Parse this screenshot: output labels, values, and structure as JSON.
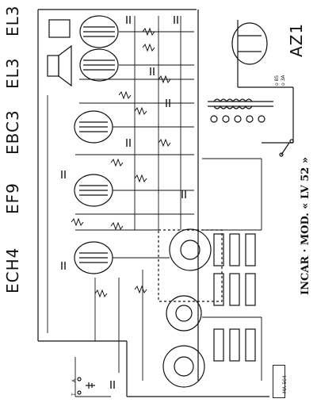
{
  "diagram": {
    "title": "INCAR · MOD. « LV 52 »",
    "tubes": [
      {
        "id": "EL3-top",
        "label": "EL3"
      },
      {
        "id": "EL3-second",
        "label": "EL3"
      },
      {
        "id": "EBC3",
        "label": "EBC3"
      },
      {
        "id": "EF9",
        "label": "EF9"
      },
      {
        "id": "ECH4",
        "label": "ECH4"
      },
      {
        "id": "AZ1",
        "label": "AZ1"
      }
    ],
    "mains_labels": [
      "o 85",
      "o 3A"
    ],
    "antenna_labels": [
      "A",
      "T"
    ],
    "stamp_text": "MA 504"
  }
}
